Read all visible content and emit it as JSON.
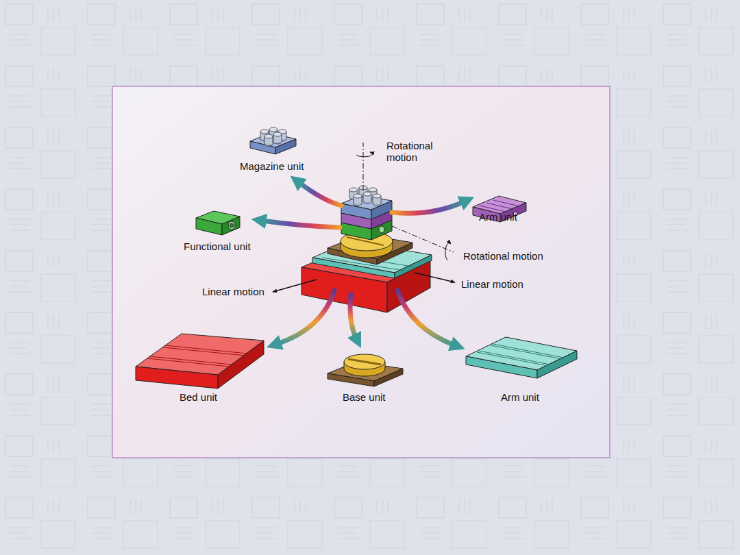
{
  "diagram": {
    "labels": [
      "Magazine unit",
      "Rotational motion",
      "Arm unit",
      "Functional unit",
      "Rotational motion",
      "Linear motion",
      "Linear motion",
      "Bed unit",
      "Base unit",
      "Arm unit"
    ]
  }
}
